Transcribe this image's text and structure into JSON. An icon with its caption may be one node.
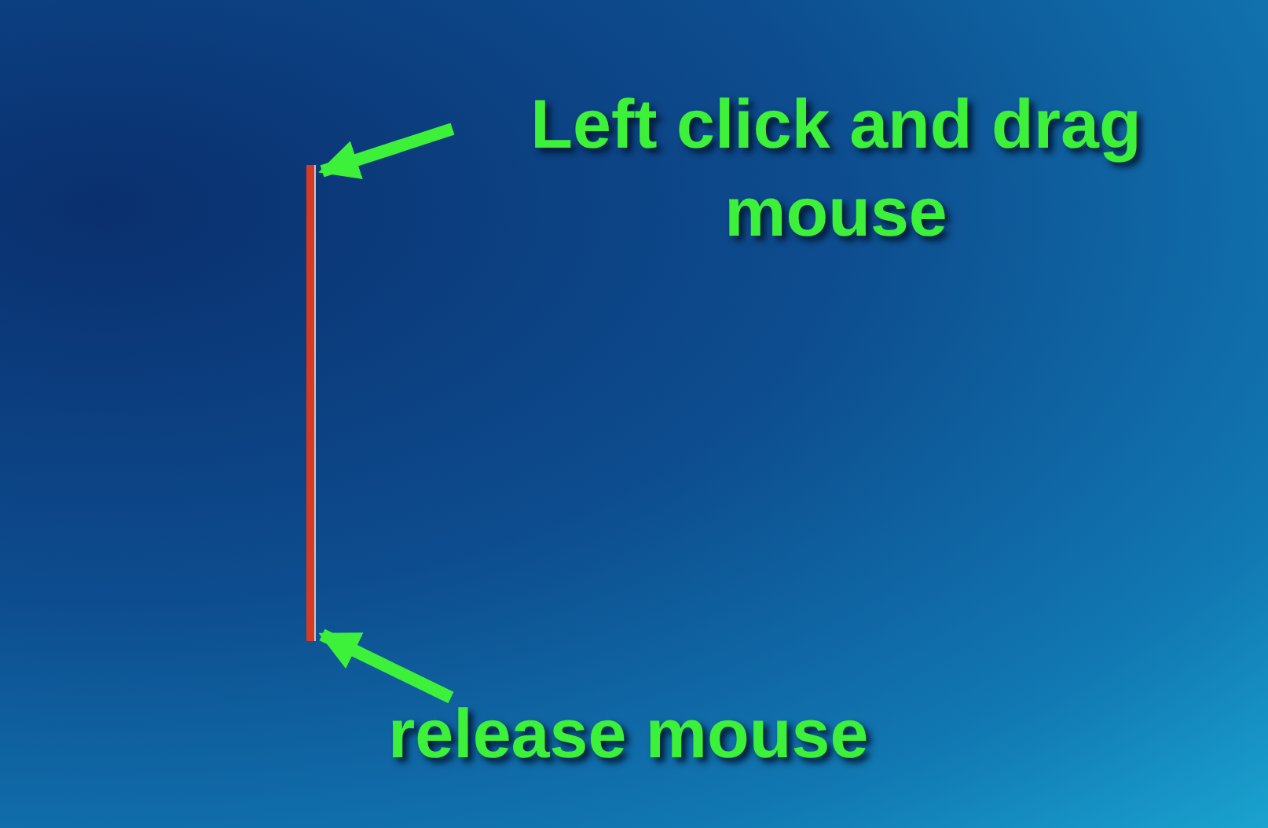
{
  "diagram": {
    "nodes": [
      {
        "text": [
          "Left click and drag mouse"
        ]
      },
      {
        "text": [
          "release mouse"
        ]
      },
      {
        "text": [],
        "shape": "bar"
      }
    ],
    "edges": [
      {
        "from": 0,
        "to": 2,
        "arrow": "to"
      },
      {
        "from": 1,
        "to": 2,
        "arrow": "to"
      }
    ]
  }
}
